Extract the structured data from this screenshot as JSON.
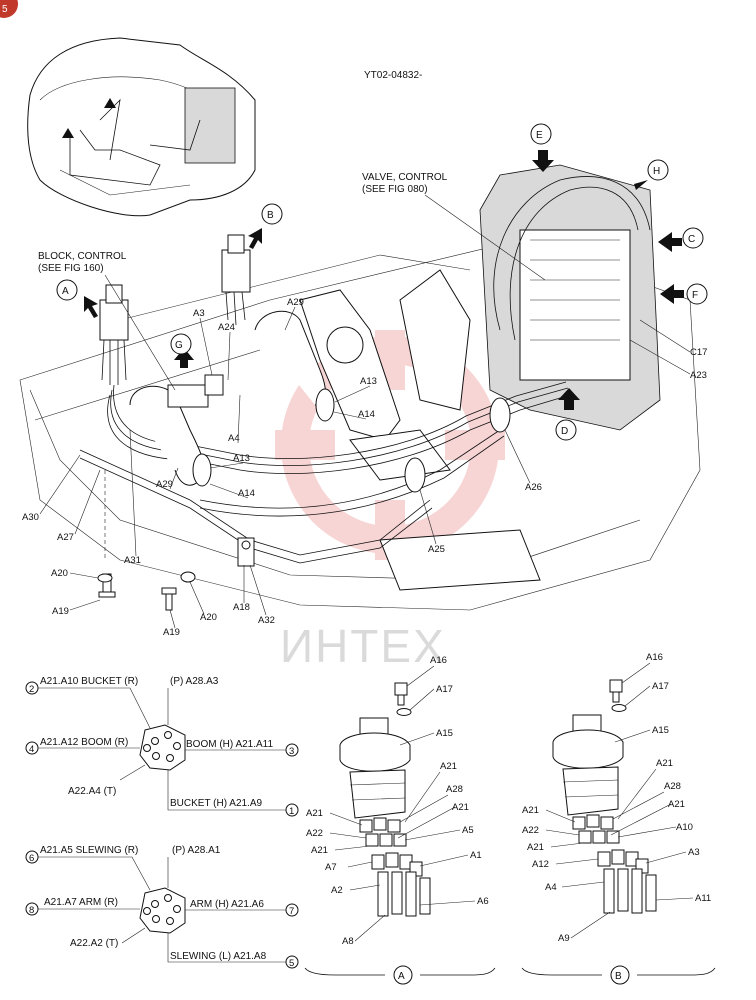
{
  "page_badge": "5",
  "doc_id": "YT02-04832-",
  "callouts": {
    "valve_control": [
      "VALVE, CONTROL",
      "(SEE FIG 080)"
    ],
    "block_control": [
      "BLOCK, CONTROL",
      "(SEE FIG 160)"
    ]
  },
  "views": [
    "A",
    "B",
    "C",
    "D",
    "E",
    "F",
    "G",
    "H"
  ],
  "main_labels": {
    "A3": "A3",
    "A24": "A24",
    "A29a": "A29",
    "A29b": "A29",
    "A13a": "A13",
    "A13b": "A13",
    "A14a": "A14",
    "A14b": "A14",
    "A4": "A4",
    "C17": "C17",
    "A23": "A23",
    "A26": "A26",
    "A25": "A25",
    "A30": "A30",
    "A27": "A27",
    "A31": "A31",
    "A20a": "A20",
    "A20b": "A20",
    "A19a": "A19",
    "A19b": "A19",
    "A18": "A18",
    "A32": "A32"
  },
  "port_diagram_1": {
    "ports": [
      {
        "num": "2",
        "text": "A21.A10 BUCKET (R)"
      },
      {
        "num": "",
        "text": "(P) A28.A3"
      },
      {
        "num": "4",
        "text": "A21.A12 BOOM (R)"
      },
      {
        "num": "3",
        "text": "BOOM (H) A21.A11"
      },
      {
        "num": "",
        "text": "A22.A4 (T)"
      },
      {
        "num": "1",
        "text": "BUCKET (H) A21.A9"
      }
    ]
  },
  "port_diagram_2": {
    "ports": [
      {
        "num": "6",
        "text": "A21.A5 SLEWING (R)"
      },
      {
        "num": "",
        "text": "(P) A28.A1"
      },
      {
        "num": "8",
        "text": "A21.A7 ARM (R)"
      },
      {
        "num": "7",
        "text": "ARM (H) A21.A6"
      },
      {
        "num": "",
        "text": "A22.A2 (T)"
      },
      {
        "num": "5",
        "text": "SLEWING (L) A21.A8"
      }
    ]
  },
  "detail_A": {
    "label": "A",
    "parts": [
      "A16",
      "A17",
      "A15",
      "A21",
      "A28",
      "A21",
      "A22",
      "A21",
      "A5",
      "A21",
      "A7",
      "A1",
      "A2",
      "A6",
      "A8"
    ]
  },
  "detail_B": {
    "label": "B",
    "parts": [
      "A16",
      "A17",
      "A15",
      "A21",
      "A28",
      "A21",
      "A22",
      "A21",
      "A10",
      "A21",
      "A12",
      "A3",
      "A4",
      "A11",
      "A9"
    ]
  },
  "watermark": "ИНТЕХ"
}
